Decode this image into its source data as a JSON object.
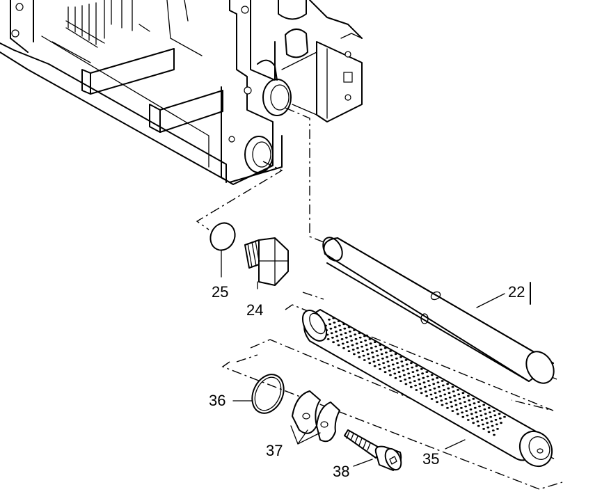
{
  "callouts": [
    {
      "id": "25",
      "label": "25"
    },
    {
      "id": "24",
      "label": "24"
    },
    {
      "id": "22",
      "label": "22"
    },
    {
      "id": "36",
      "label": "36"
    },
    {
      "id": "37",
      "label": "37"
    },
    {
      "id": "38",
      "label": "38"
    },
    {
      "id": "35",
      "label": "35"
    }
  ]
}
